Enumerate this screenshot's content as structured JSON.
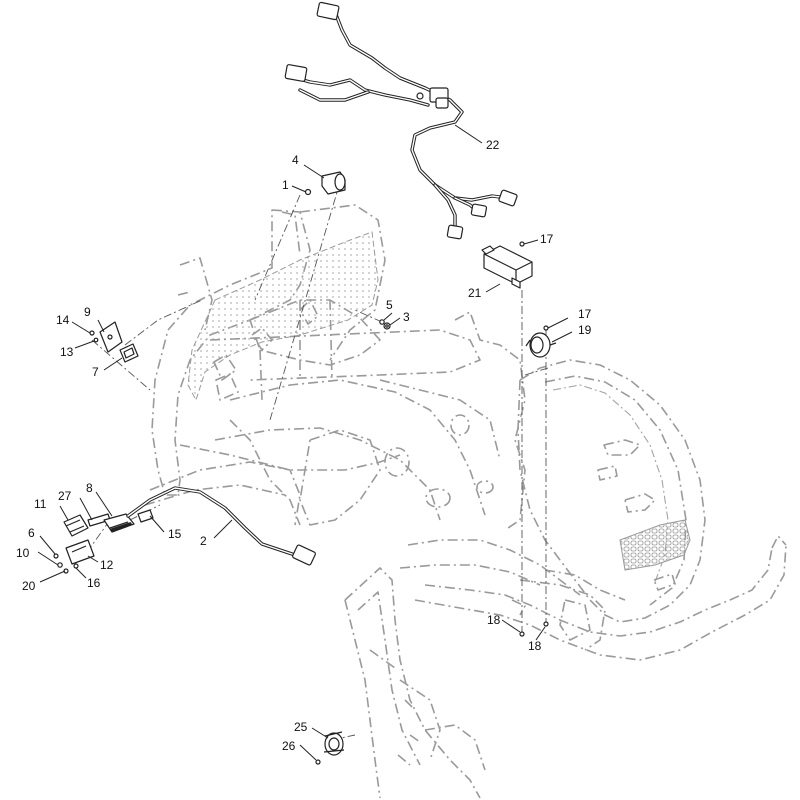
{
  "callouts": [
    {
      "id": "c1",
      "label": "1"
    },
    {
      "id": "c2",
      "label": "2"
    },
    {
      "id": "c3",
      "label": "3"
    },
    {
      "id": "c4",
      "label": "4"
    },
    {
      "id": "c5",
      "label": "5"
    },
    {
      "id": "c6",
      "label": "6"
    },
    {
      "id": "c7",
      "label": "7"
    },
    {
      "id": "c8",
      "label": "8"
    },
    {
      "id": "c9",
      "label": "9"
    },
    {
      "id": "c10",
      "label": "10"
    },
    {
      "id": "c11",
      "label": "11"
    },
    {
      "id": "c12",
      "label": "12"
    },
    {
      "id": "c13",
      "label": "13"
    },
    {
      "id": "c14",
      "label": "14"
    },
    {
      "id": "c15",
      "label": "15"
    },
    {
      "id": "c16",
      "label": "16"
    },
    {
      "id": "c17a",
      "label": "17"
    },
    {
      "id": "c17b",
      "label": "17"
    },
    {
      "id": "c18a",
      "label": "18"
    },
    {
      "id": "c18b",
      "label": "18"
    },
    {
      "id": "c19",
      "label": "19"
    },
    {
      "id": "c20",
      "label": "20"
    },
    {
      "id": "c21",
      "label": "21"
    },
    {
      "id": "c22",
      "label": "22"
    },
    {
      "id": "c25",
      "label": "25"
    },
    {
      "id": "c26",
      "label": "26"
    },
    {
      "id": "c27",
      "label": "27"
    }
  ]
}
